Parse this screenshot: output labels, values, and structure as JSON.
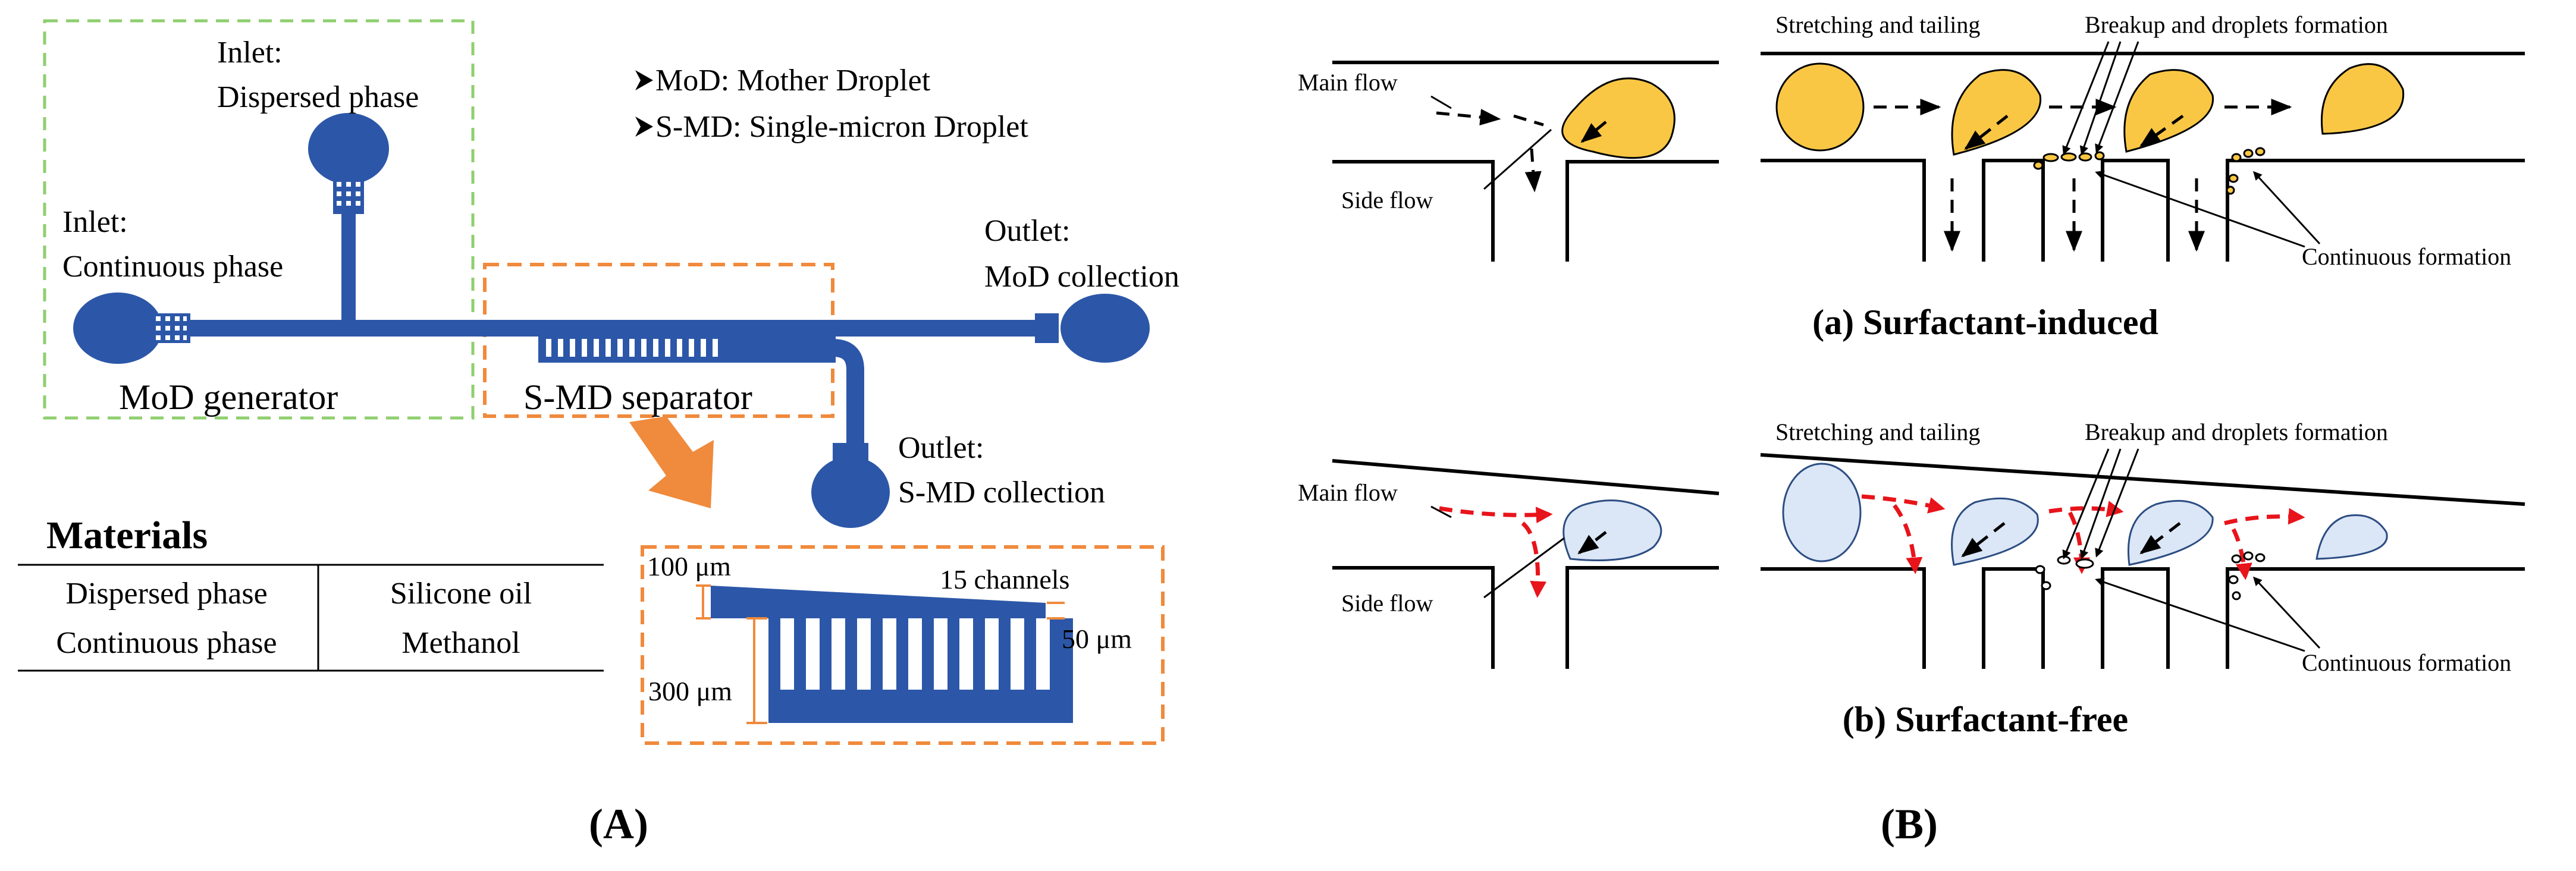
{
  "panel_a": {
    "label": "(A)",
    "legend": {
      "mod": "MoD: Mother Droplet",
      "smd": "S-MD: Single-micron Droplet",
      "bullet_icon": "arrowhead-bullet"
    },
    "inlet_dispersed": [
      "Inlet:",
      "Dispersed phase"
    ],
    "inlet_continuous": [
      "Inlet:",
      "Continuous phase"
    ],
    "outlet_mod": [
      "Outlet:",
      "MoD collection"
    ],
    "outlet_smd": [
      "Outlet:",
      "S-MD collection"
    ],
    "mod_generator": "MoD generator",
    "smd_separator": "S-MD separator",
    "inset": {
      "width_top": "100 μm",
      "width_channel": "50 μm",
      "length": "300 μm",
      "channels": "15 channels",
      "channel_count": 15
    },
    "materials": {
      "title": "Materials",
      "rows": [
        {
          "phase": "Dispersed phase",
          "material": "Silicone oil"
        },
        {
          "phase": "Continuous phase",
          "material": "Methanol"
        }
      ]
    },
    "colors": {
      "channel": "#2c57a8",
      "generator_box": "#8fcf6f",
      "separator_box": "#f08a3c"
    }
  },
  "panel_b": {
    "label": "(B)",
    "a": {
      "title": "(a) Surfactant-induced",
      "main_flow": "Main flow",
      "side_flow": "Side flow",
      "stretching": "Stretching and tailing",
      "breakup": "Breakup and droplets formation",
      "continuous": "Continuous formation"
    },
    "b": {
      "title": "(b) Surfactant-free",
      "main_flow": "Main flow",
      "side_flow": "Side flow",
      "stretching": "Stretching and tailing",
      "breakup": "Breakup and droplets formation",
      "continuous": "Continuous formation"
    },
    "colors": {
      "droplet_a": "#f9c744",
      "droplet_b": "#dbe6f6",
      "flow_arrow_b": "#e8141b"
    }
  }
}
